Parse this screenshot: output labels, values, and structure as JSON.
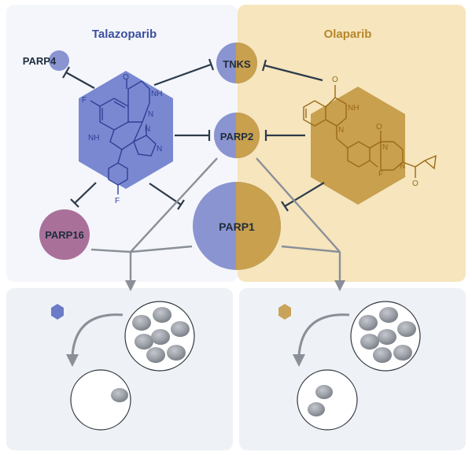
{
  "drugs": {
    "left": {
      "name": "Talazoparib",
      "color": "#3c4fa0"
    },
    "right": {
      "name": "Olaparib",
      "color": "#b8862a"
    }
  },
  "targets": {
    "parp4": "PARP4",
    "tnks": "TNKS",
    "parp2": "PARP2",
    "parp1": "PARP1",
    "parp16": "PARP16"
  },
  "atoms": {
    "fluorine": "F",
    "oxygen": "O",
    "nitrogen": "N",
    "imine": "N",
    "amine_h": "NH",
    "hydrazide_nh": "NH",
    "n_methyl": "N"
  },
  "colors": {
    "talazoparib_hex": "#7a88d2",
    "olaparib_panel": "#f6e5bd",
    "olaparib_hex": "#c8a04e",
    "parp_circle": "#8a94d1",
    "parp16_circle": "#a9719a",
    "inhibition_line": "#2c3a4a",
    "arrow": "#8a8f98",
    "cell_panel": "#eef1f6",
    "cell_nucleus": "#9a9ea6"
  }
}
